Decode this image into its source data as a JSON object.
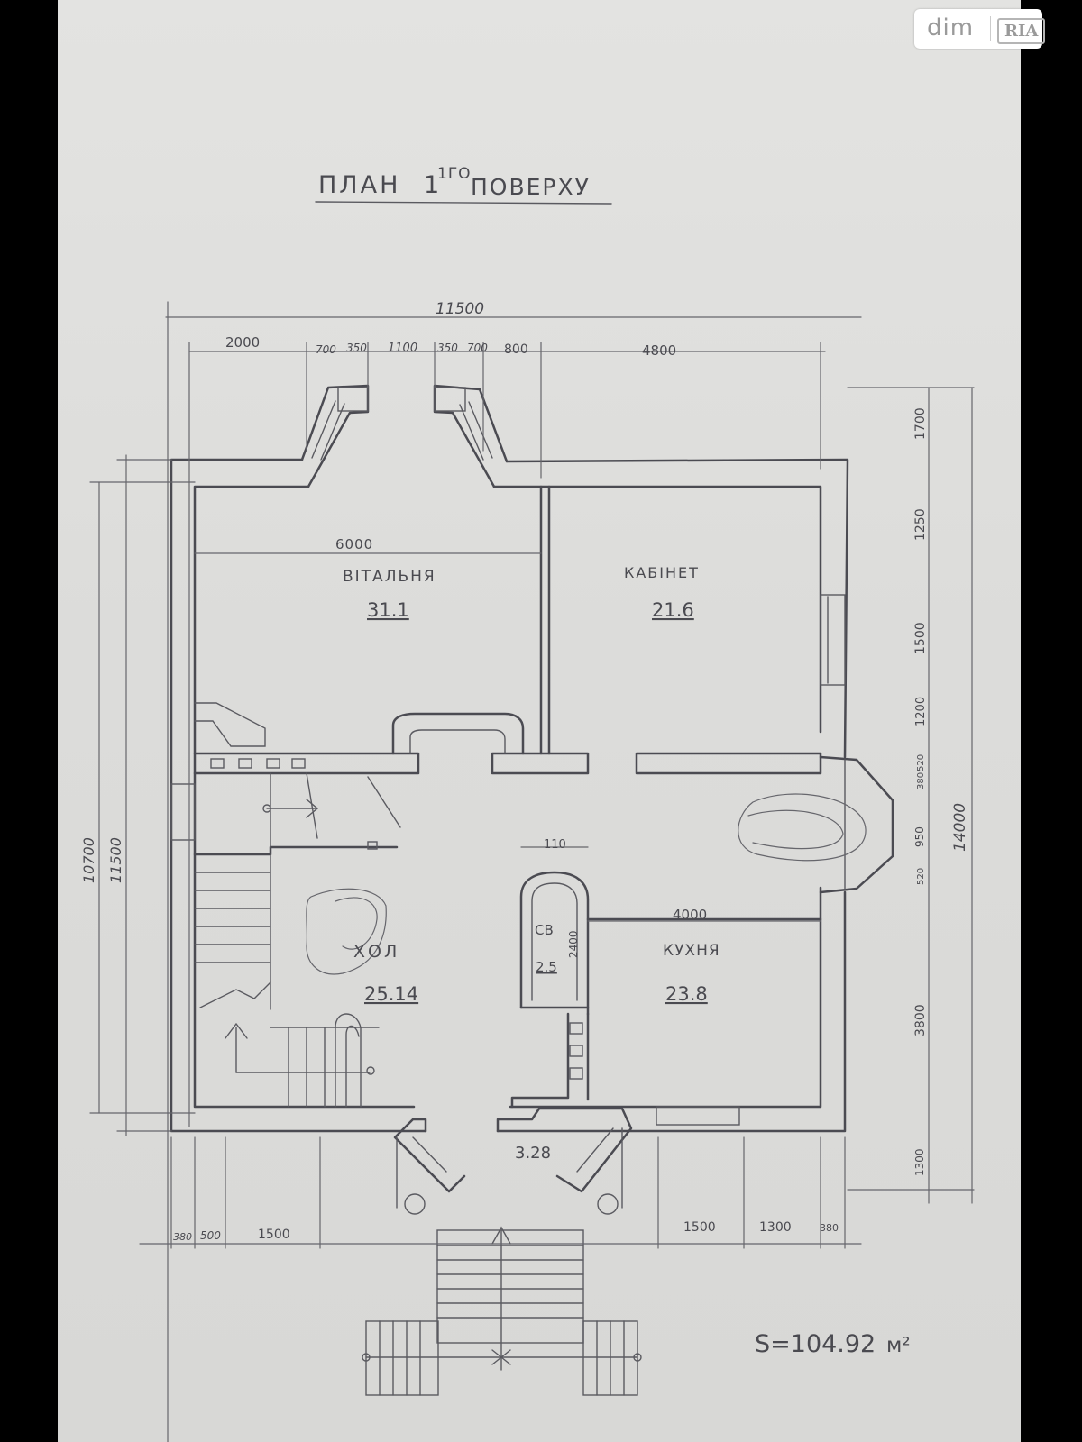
{
  "plan": {
    "title_prefix": "ПЛАН",
    "title_superscript": "1ГО",
    "title_suffix": "ПОВЕРХУ",
    "total_area": "S=104.92",
    "total_area_unit": "м²"
  },
  "rooms": {
    "living": {
      "name": "ВІТАЛЬНЯ",
      "area": "31.1",
      "width_dim": "6000"
    },
    "study": {
      "name": "КАБІНЕТ",
      "area": "21.6"
    },
    "hall": {
      "name": "ХОЛ",
      "area": "25.14"
    },
    "wc": {
      "name": "СВ",
      "area": "2.5",
      "depth_dim": "2400",
      "width_dim": "110"
    },
    "kitchen": {
      "name": "КУХНЯ",
      "area": "23.8",
      "width_dim": "4000"
    },
    "porch": {
      "area": "3.28"
    }
  },
  "dimensions": {
    "top_total": "11500",
    "top_segments": [
      "2000",
      "700",
      "350",
      "1100",
      "350",
      "700",
      "800",
      "4800"
    ],
    "right_segments": [
      "1700",
      "1250",
      "1500",
      "1200",
      "520",
      "380",
      "950",
      "520",
      "3800",
      "1300"
    ],
    "right_total": "14000",
    "left_outer": "10700",
    "left_inner": "11500",
    "bottom_left": [
      "380",
      "500",
      "1500"
    ],
    "bottom_right": [
      "1500",
      "1300",
      "380"
    ]
  },
  "watermark": {
    "brand": "dim",
    "logo_text": "RIA"
  },
  "colors": {
    "paper": "#dcdcda",
    "ink": "#4b4b52",
    "frame": "#000000"
  }
}
